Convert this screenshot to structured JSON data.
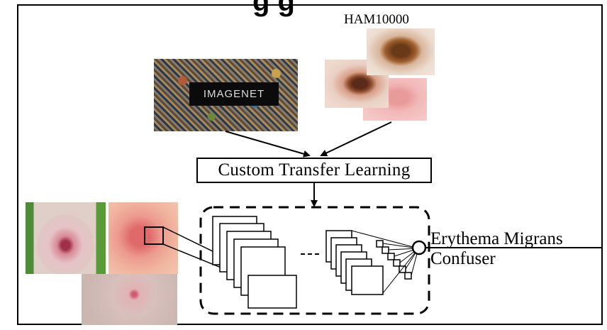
{
  "diagram": {
    "cut_title": "g   g",
    "source_dataset_label": "HAM10000",
    "imagenet_logo_text": "IMAGENET",
    "method_label": "Custom Transfer Learning",
    "ellipsis": "---",
    "outputs": [
      "Erythema Migrans",
      "Confuser"
    ]
  },
  "colors": {
    "stroke": "#000000",
    "skin_pink": "#f1b5b5",
    "lesion_brown": "#8a4a2a",
    "grass_green": "#4f8a3a"
  }
}
